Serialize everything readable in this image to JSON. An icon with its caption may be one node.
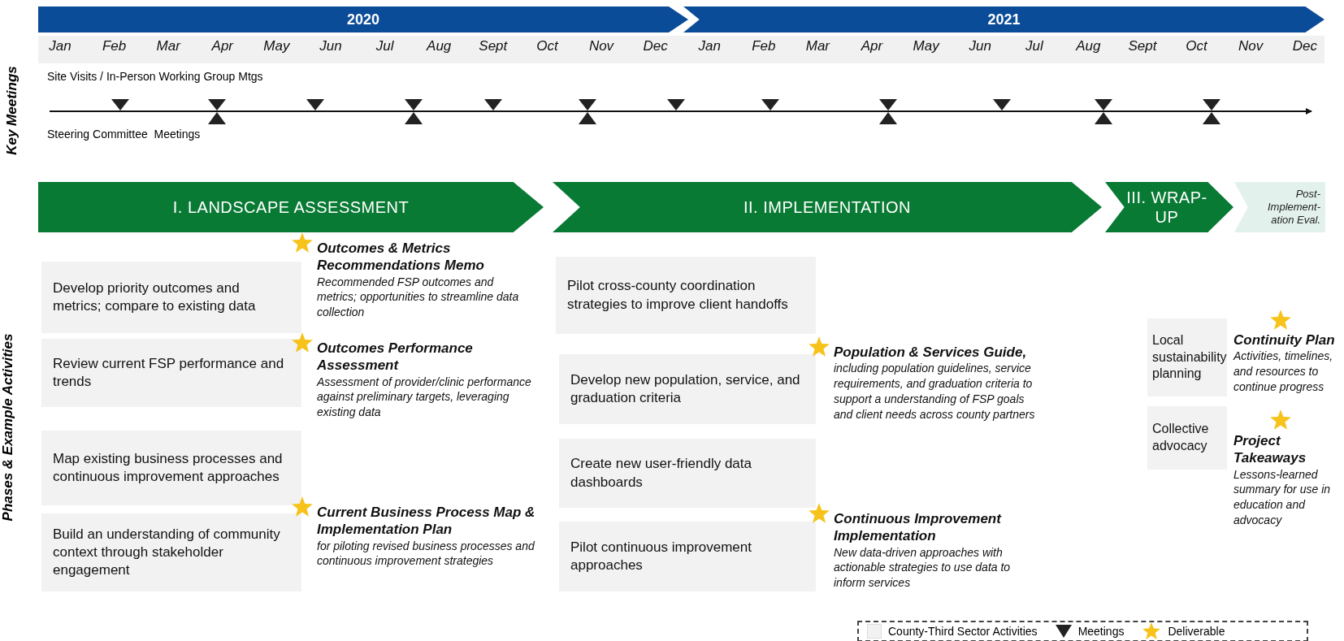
{
  "diagram": {
    "nodes": [
      {
        "text": [
          "2020"
        ]
      },
      {
        "text": [
          "2021"
        ]
      },
      {
        "text": [
          "I.  LANDSCAPE ASSESSMENT"
        ]
      },
      {
        "text": [
          "II.  IMPLEMENTATION"
        ]
      },
      {
        "text": [
          "III.  WRAP-UP"
        ]
      },
      {
        "text": [
          "Post-Implement-ation Eval."
        ]
      },
      {
        "text": [
          "Develop priority outcomes and metrics; compare to existing data"
        ]
      },
      {
        "text": [
          "Review current FSP performance and trends"
        ]
      },
      {
        "text": [
          "Map existing business processes and continuous improvement approaches"
        ]
      },
      {
        "text": [
          "Build an understanding of community context through stakeholder engagement"
        ]
      },
      {
        "text": [
          "Outcomes & Metrics Recommendations Memo",
          "Recommended FSP outcomes and metrics; opportunities to streamline data collection"
        ]
      },
      {
        "text": [
          "Outcomes Performance Assessment",
          "Assessment of provider/clinic performance against preliminary targets, leveraging existing data"
        ]
      },
      {
        "text": [
          "Current Business Process Map & Implementation Plan",
          "for piloting revised business processes and continuous improvement strategies"
        ]
      },
      {
        "text": [
          "Pilot cross-county coordination strategies to improve client handoffs"
        ]
      },
      {
        "text": [
          "Develop new population, service, and graduation criteria"
        ]
      },
      {
        "text": [
          "Create new user-friendly data dashboards"
        ]
      },
      {
        "text": [
          "Pilot continuous improvement approaches"
        ]
      },
      {
        "text": [
          "Population & Services Guide,",
          "including population  guidelines, service requirements, and graduation criteria to support a understanding of FSP goals and client needs across county partners"
        ]
      },
      {
        "text": [
          "Continuous Improvement Implementation",
          "New data-driven approaches with actionable strategies to use data to inform services"
        ]
      },
      {
        "text": [
          "Local sustainability planning"
        ]
      },
      {
        "text": [
          "Collective advocacy"
        ]
      },
      {
        "text": [
          "Continuity Plan",
          "Activities, timelines, and resources to continue progress"
        ]
      },
      {
        "text": [
          "Project Takeaways",
          "Lessons-learned summary for use in education and advocacy"
        ]
      }
    ],
    "labels": [
      "Jan",
      "Feb",
      "Mar",
      "Apr",
      "May",
      "Jun",
      "Jul",
      "Aug",
      "Sept",
      "Oct",
      "Nov",
      "Dec",
      "Jan",
      "Feb",
      "Mar",
      "Apr",
      "May",
      "Jun",
      "Jul",
      "Aug",
      "Sept",
      "Oct",
      "Nov",
      "Dec",
      "Key Meetings",
      "Site Visits / In-Person Working Group Mtgs",
      "Steering Committee  Meetings",
      "Phases & Example Activities"
    ],
    "legend": [
      {
        "text": "County-Third Sector Activities",
        "color": "#f2f2f2"
      },
      {
        "text": "Meetings"
      },
      {
        "text": "Deliverable"
      }
    ]
  }
}
